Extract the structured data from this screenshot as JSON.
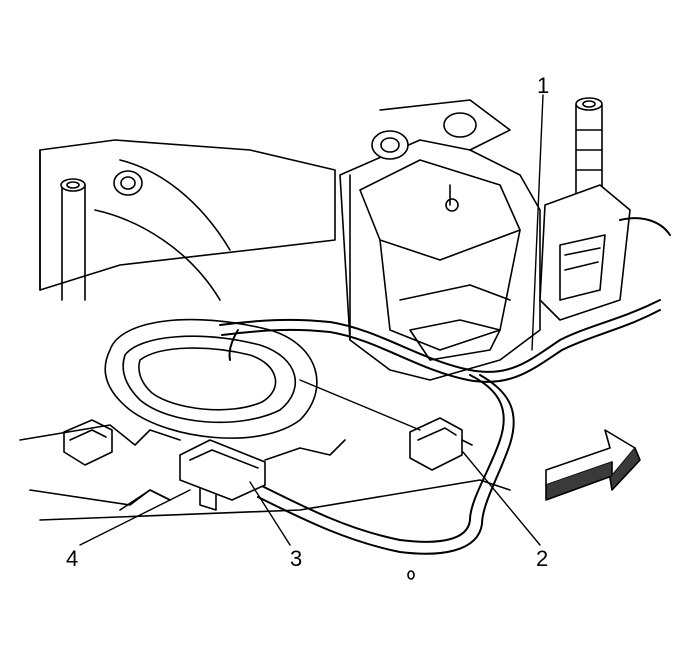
{
  "callouts": {
    "c1": "1",
    "c2": "2",
    "c3": "3",
    "c4": "4"
  },
  "colors": {
    "ink": "#000000",
    "paper": "#ffffff",
    "shade": "#d9d9d9",
    "dark": "#3a3a3a"
  }
}
